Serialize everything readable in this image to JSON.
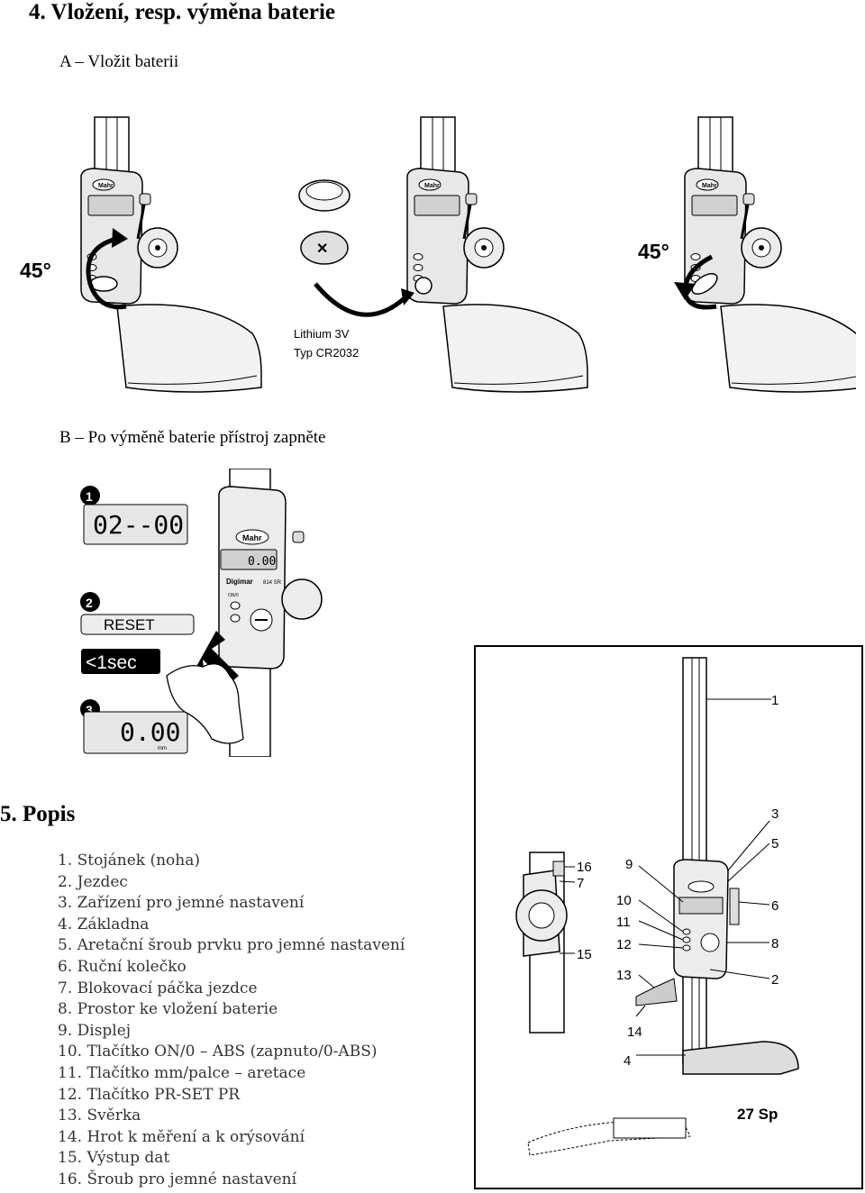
{
  "section4": {
    "heading": "4.  Vložení, resp. výměna baterie",
    "a_caption": "A – Vložit baterii",
    "angle_left": "45°",
    "angle_right": "45°",
    "battery_line1": "Lithium 3V",
    "battery_line2": "Typ CR2032",
    "brand": "Mahr",
    "model_name": "Digimar",
    "model_no": "814 SR",
    "b_caption": "B – Po výměně baterie přístroj zapněte",
    "step1_num": "1",
    "step1_display": "02--00",
    "step2_num": "2",
    "step2_label": "RESET",
    "step2_time": "<1sec",
    "step3_num": "3",
    "step3_display": "0.00",
    "step3_unit": "mm",
    "device_display": "0.00",
    "on_label": "ON/0"
  },
  "section5": {
    "heading": "5.  Popis",
    "parts": [
      "1.   Stojánek (noha)",
      "2.   Jezdec",
      "3.   Zařízení pro jemné nastavení",
      "4.   Základna",
      "5.   Aretační šroub prvku pro jemné nastavení",
      "6.   Ruční kolečko",
      "7.   Blokovací páčka jezdce",
      "8.   Prostor ke vložení baterie",
      "9.   Displej",
      "10. Tlačítko ON/0 – ABS (zapnuto/0-ABS)",
      "11. Tlačítko mm/palce – aretace",
      "12. Tlačítko PR-SET PR",
      "13. Svěrka",
      "14. Hrot k měření a k orýsování",
      "15. Výstup dat",
      "16. Šroub pro jemné nastavení"
    ],
    "diagram_labels": [
      "1",
      "3",
      "5",
      "6",
      "8",
      "2",
      "9",
      "10",
      "11",
      "12",
      "13",
      "14",
      "4",
      "16",
      "7",
      "15"
    ],
    "probe_label": "27 Sp"
  }
}
